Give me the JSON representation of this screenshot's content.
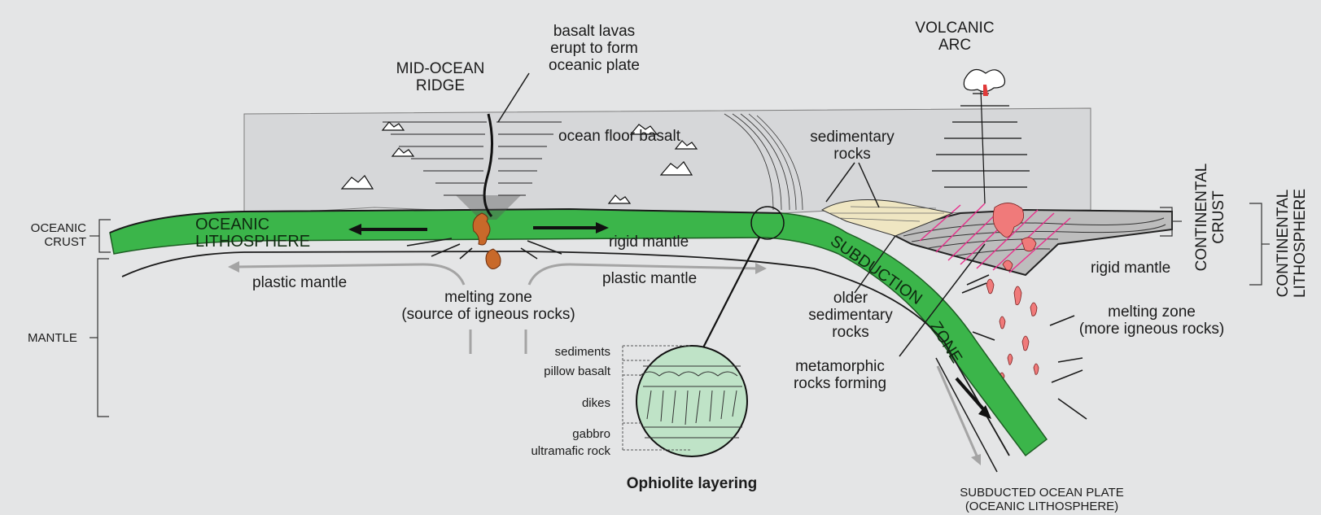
{
  "labels": {
    "basalt_lavas": [
      "basalt lavas",
      "erupt to form",
      "oceanic plate"
    ],
    "mid_ocean_ridge": [
      "MID-OCEAN",
      "RIDGE"
    ],
    "volcanic_arc": [
      "VOLCANIC",
      "ARC"
    ],
    "ocean_floor_basalt": "ocean floor basalt",
    "sedimentary_rocks": [
      "sedimentary",
      "rocks"
    ],
    "oceanic_crust": [
      "OCEANIC",
      "CRUST"
    ],
    "oceanic_lithosphere": [
      "OCEANIC",
      "LITHOSPHERE"
    ],
    "rigid_mantle_left": "rigid mantle",
    "plastic_mantle_left": "plastic mantle",
    "plastic_mantle_right": "plastic mantle",
    "melting_zone": [
      "melting zone",
      "(source of igneous rocks)"
    ],
    "mantle": "MANTLE",
    "subduction": "SUBDUCTION",
    "zone": "ZONE",
    "older_sedimentary": [
      "older",
      "sedimentary",
      "rocks"
    ],
    "metamorphic": [
      "metamorphic",
      "rocks forming"
    ],
    "rigid_mantle_right": "rigid mantle",
    "melting_zone_right": [
      "melting zone",
      "(more igneous rocks)"
    ],
    "continental_crust": [
      "CONTINENTAL",
      "CRUST"
    ],
    "continental_lithosphere": [
      "CONTINENTAL",
      "LITHOSPHERE"
    ],
    "subducted_plate": [
      "SUBDUCTED OCEAN PLATE",
      "(OCEANIC LITHOSPHERE)"
    ],
    "ophiolite_layers": [
      "sediments",
      "pillow basalt",
      "dikes",
      "gabbro",
      "ultramafic rock"
    ],
    "ophiolite_title": "Ophiolite layering"
  },
  "colors": {
    "background": "#e4e5e6",
    "ocean_water": "#d6d7d9",
    "oceanic_plate": "#3bb54a",
    "magma": "#c8692a",
    "arc_melt": "#f07a7a",
    "metamorphic_lines": "#e8308c",
    "sediment": "#efe6c2",
    "ophiolite_fill": "#bfe3c7"
  }
}
